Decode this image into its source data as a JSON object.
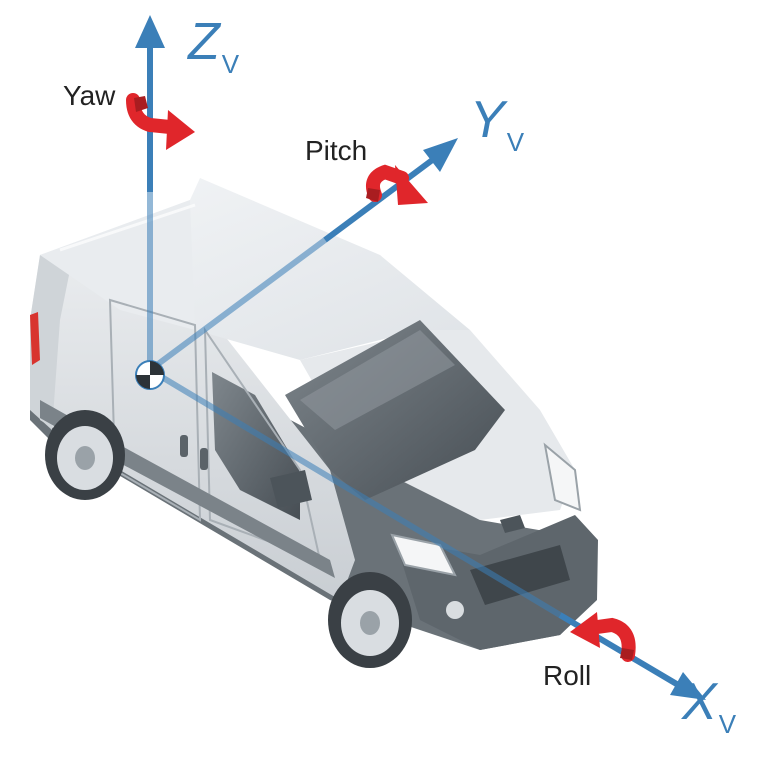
{
  "axes": {
    "z": {
      "letter": "Z",
      "subscript": "V"
    },
    "y": {
      "letter": "Y",
      "subscript": "V"
    },
    "x": {
      "letter": "X",
      "subscript": "V"
    }
  },
  "rotations": {
    "yaw": "Yaw",
    "pitch": "Pitch",
    "roll": "Roll"
  },
  "colors": {
    "axis": "#3b7fb8",
    "rotation_arrow": "#e0262b",
    "van_body": "#e4e7ea",
    "van_dark": "#5b6369"
  },
  "icons": {
    "vehicle": "van-icon",
    "origin": "origin-marker-icon"
  }
}
